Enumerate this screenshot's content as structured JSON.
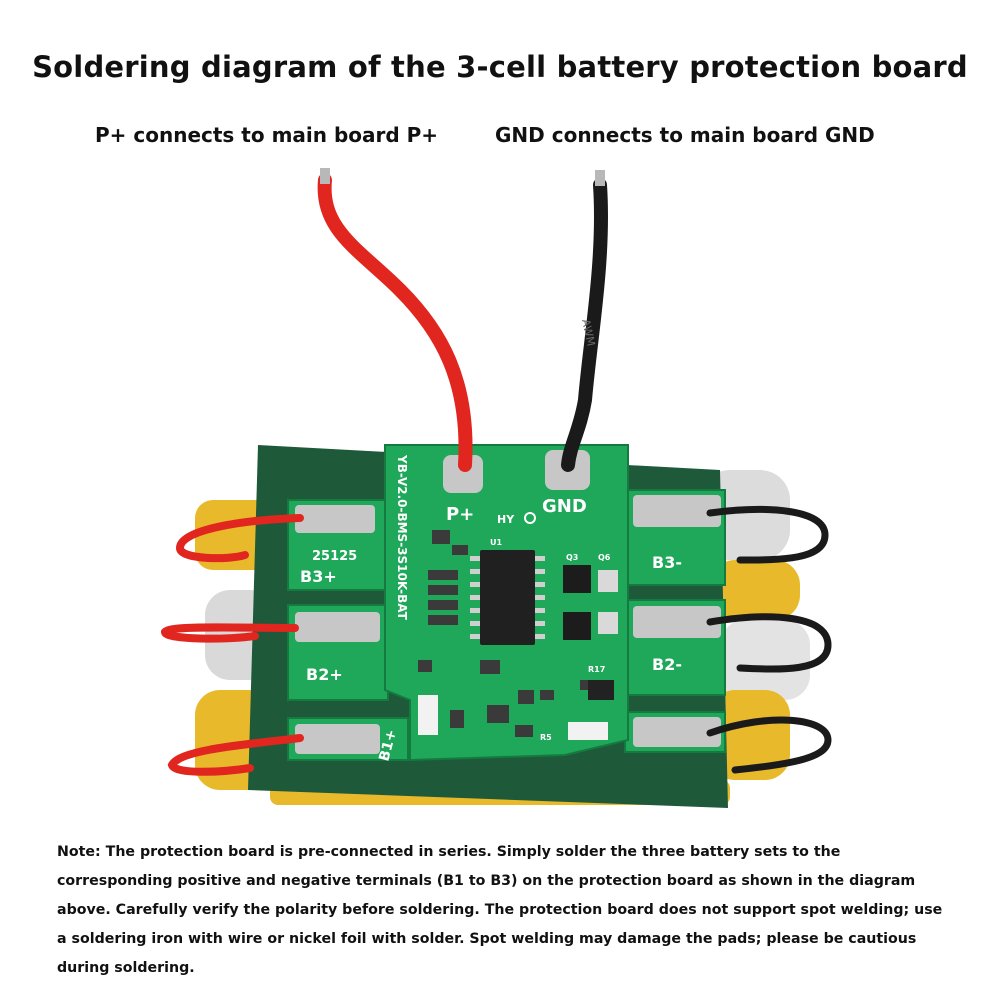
{
  "title": "Soldering diagram of the 3-cell battery protection board",
  "labels": {
    "p_plus": "P+ connects to main board P+",
    "gnd": "GND connects to main board GND"
  },
  "board": {
    "p_plus": "P+",
    "gnd": "GND",
    "hy": "HY",
    "b3_plus": "B3+",
    "b2_plus": "B2+",
    "b1_plus": "B1+",
    "b3_minus": "B3-",
    "b2_minus": "B2-",
    "code": "25125",
    "model": "YB-V2.0-BMS-3S10K-BAT",
    "r17": "R17",
    "q6": "Q6",
    "q3": "Q3",
    "r5": "R5",
    "u1": "U1"
  },
  "wire_marking": "AWM",
  "note": "Note: The protection board is pre-connected in series. Simply solder the three battery sets to the corresponding positive and negative terminals (B1 to B3) on the protection board as shown in the diagram above. Carefully verify the polarity before soldering. The protection board does not support spot welding; use a soldering iron with wire or nickel foil with solder. Spot welding may damage the pads; please be cautious during soldering.",
  "colors": {
    "pcb": "#1fa85a",
    "insulation": "#1e5a3a",
    "red_wire": "#e0261e",
    "black_wire": "#1a1a1a",
    "kapton": "#e8b92a"
  }
}
